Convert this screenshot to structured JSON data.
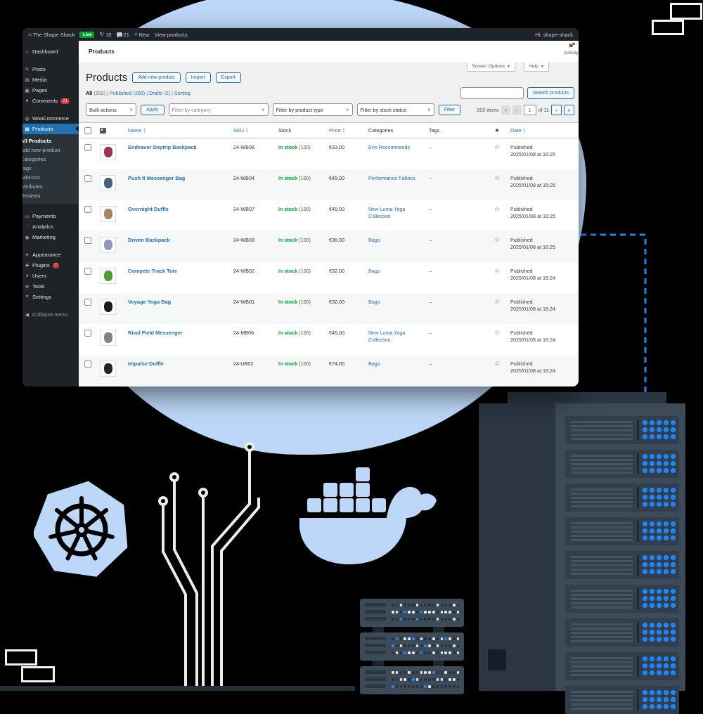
{
  "admin_bar": {
    "site_name": "The Shape Shack",
    "live_badge": "Live",
    "updates_count": "10",
    "comments_count": "21",
    "new_label": "New",
    "view_products": "View products",
    "greeting": "Hi, shape-shack"
  },
  "sidebar": {
    "items": [
      {
        "label": "Dashboard",
        "icon": "dashboard-icon",
        "glyph": "⌂",
        "gap_before": false
      },
      {
        "label": "Posts",
        "icon": "pin-icon",
        "glyph": "✎",
        "gap_before": true
      },
      {
        "label": "Media",
        "icon": "media-icon",
        "glyph": "▤"
      },
      {
        "label": "Pages",
        "icon": "pages-icon",
        "glyph": "▣"
      },
      {
        "label": "Comments",
        "icon": "comments-icon",
        "glyph": "●",
        "badge": "21"
      },
      {
        "label": "WooCommerce",
        "icon": "woocommerce-icon",
        "glyph": "◍",
        "gap_before": true
      },
      {
        "label": "Products",
        "icon": "products-icon",
        "glyph": "▦",
        "active": true
      },
      {
        "label": "Payments",
        "icon": "payments-icon",
        "glyph": "▭",
        "gap_before": true,
        "after_submenu": true
      },
      {
        "label": "Analytics",
        "icon": "analytics-icon",
        "glyph": "◔"
      },
      {
        "label": "Marketing",
        "icon": "marketing-icon",
        "glyph": "◉"
      },
      {
        "label": "Appearance",
        "icon": "appearance-icon",
        "glyph": "✦",
        "gap_before": true
      },
      {
        "label": "Plugins",
        "icon": "plugins-icon",
        "glyph": "✚",
        "badge": "7"
      },
      {
        "label": "Users",
        "icon": "users-icon",
        "glyph": "◕"
      },
      {
        "label": "Tools",
        "icon": "tools-icon",
        "glyph": "⊕"
      },
      {
        "label": "Settings",
        "icon": "settings-icon",
        "glyph": "≡"
      },
      {
        "label": "Collapse menu",
        "icon": "collapse-icon",
        "glyph": "◀",
        "muted": true,
        "gap_before": true
      }
    ],
    "submenu": [
      {
        "label": "All Products",
        "active": true
      },
      {
        "label": "Add new product"
      },
      {
        "label": "Categories"
      },
      {
        "label": "Tags"
      },
      {
        "label": "Add-ons"
      },
      {
        "label": "Attributes"
      },
      {
        "label": "Reviews"
      }
    ]
  },
  "content": {
    "breadcrumb": "Products",
    "activity_label": "Activity",
    "screen_options": "Screen Options",
    "help": "Help",
    "caret": "▼",
    "title": "Products",
    "buttons": [
      "Add new product",
      "Import",
      "Export"
    ],
    "views": [
      {
        "label": "All",
        "count": "(202)",
        "active": true
      },
      {
        "label": "Published",
        "count": "(200)"
      },
      {
        "label": "Drafts",
        "count": "(2)"
      },
      {
        "label": "Sorting"
      }
    ],
    "search_button": "Search products",
    "bulk_actions": "Bulk actions",
    "apply": "Apply",
    "filter_placeholders": [
      "Filter by category",
      "Filter by product type",
      "Filter by stock status"
    ],
    "filter_button": "Filter",
    "items_count": "202 items",
    "pagination": {
      "first": "«",
      "prev": "‹",
      "current": "1",
      "of_label": "of 11",
      "next": "›",
      "last": "»"
    }
  },
  "table": {
    "headers": [
      {
        "label": "Name",
        "sortable": true,
        "cls": "c-name"
      },
      {
        "label": "SKU",
        "sortable": true,
        "cls": "c-sku"
      },
      {
        "label": "Stock",
        "sortable": false,
        "cls": "c-stock"
      },
      {
        "label": "Price",
        "sortable": true,
        "cls": "c-price"
      },
      {
        "label": "Categories",
        "sortable": false,
        "cls": "c-cat"
      },
      {
        "label": "Tags",
        "sortable": false,
        "cls": "c-tags"
      },
      {
        "label": "Date",
        "sortable": true,
        "cls": "c-date"
      }
    ],
    "rows": [
      {
        "name": "Endeavor Daytrip Backpack",
        "sku": "24-WB06",
        "stock": "In stock",
        "qty": "(100)",
        "price": "€33,00",
        "category": "Erin Recommends",
        "tags": "–",
        "date1": "Published",
        "date2": "2025/01/08 at 16:25",
        "thumb_color": "#9c3353"
      },
      {
        "name": "Push It Messenger Bag",
        "sku": "24-WB04",
        "stock": "In stock",
        "qty": "(100)",
        "price": "€45,00",
        "category": "Performance Fabrics",
        "tags": "–",
        "date1": "Published",
        "date2": "2025/01/08 at 16:25",
        "thumb_color": "#4a5f7a"
      },
      {
        "name": "Overnight Duffle",
        "sku": "24-WB07",
        "stock": "In stock",
        "qty": "(100)",
        "price": "€45,00",
        "category": "New Luma Yoga Collection",
        "tags": "–",
        "date1": "Published",
        "date2": "2025/01/08 at 16:25",
        "thumb_color": "#a3875f"
      },
      {
        "name": "Driven Backpack",
        "sku": "24-WB03",
        "stock": "In stock",
        "qty": "(100)",
        "price": "€36,00",
        "category": "Bags",
        "tags": "–",
        "date1": "Published",
        "date2": "2025/01/08 at 16:25",
        "thumb_color": "#9297bb"
      },
      {
        "name": "Compete Track Tote",
        "sku": "24-WB02",
        "stock": "In stock",
        "qty": "(100)",
        "price": "€32,00",
        "category": "Bags",
        "tags": "–",
        "date1": "Published",
        "date2": "2025/01/08 at 16:24",
        "thumb_color": "#4e9b2e"
      },
      {
        "name": "Voyage Yoga Bag",
        "sku": "24-WB01",
        "stock": "In stock",
        "qty": "(100)",
        "price": "€32,00",
        "category": "Bags",
        "tags": "–",
        "date1": "Published",
        "date2": "2025/01/08 at 16:24",
        "thumb_color": "#1b1b1b"
      },
      {
        "name": "Rival Field Messenger",
        "sku": "24-MB06",
        "stock": "In stock",
        "qty": "(100)",
        "price": "€45,00",
        "category": "New Luma Yoga Collection",
        "tags": "–",
        "date1": "Published",
        "date2": "2025/01/08 at 16:24",
        "thumb_color": "#7c8288"
      },
      {
        "name": "Impulse Duffle",
        "sku": "24-UB02",
        "stock": "In stock",
        "qty": "(100)",
        "price": "€74,00",
        "category": "Bags",
        "tags": "–",
        "date1": "Published",
        "date2": "2025/01/08 at 16:24",
        "thumb_color": "#23272b"
      }
    ]
  },
  "decor": {
    "blob_color": "#bcd7f7",
    "accent_blue": "#1e87f0",
    "line_color": "#edecea",
    "rack_front": "#3d4a58",
    "rack_back": "#2b3642",
    "rack_unit": "#313e4b",
    "unit_stripe": "#46545f",
    "dot_blue": "#1e87ff",
    "dot_white": "#e8ebee",
    "dot_dark": "#27323e",
    "icons": [
      "kubernetes-wheel-icon",
      "docker-whale-icon",
      "server-rack-icon",
      "circuit-trace-icon"
    ]
  }
}
